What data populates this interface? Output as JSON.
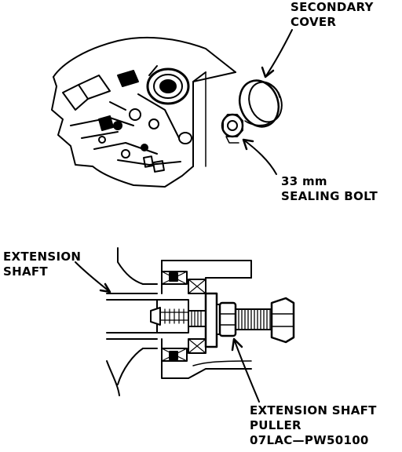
{
  "labels": {
    "secondary_cover": {
      "line1": "SECONDARY",
      "line2": "COVER"
    },
    "sealing_bolt": {
      "line1": "33 mm",
      "line2": "SEALING BOLT"
    },
    "extension_shaft": {
      "line1": "EXTENSION",
      "line2": "SHAFT"
    },
    "puller": {
      "line1": "EXTENSION SHAFT",
      "line2": "PULLER",
      "line3": "07LAC—PW50100"
    }
  },
  "colors": {
    "ink": "#000000",
    "paper": "#ffffff"
  }
}
